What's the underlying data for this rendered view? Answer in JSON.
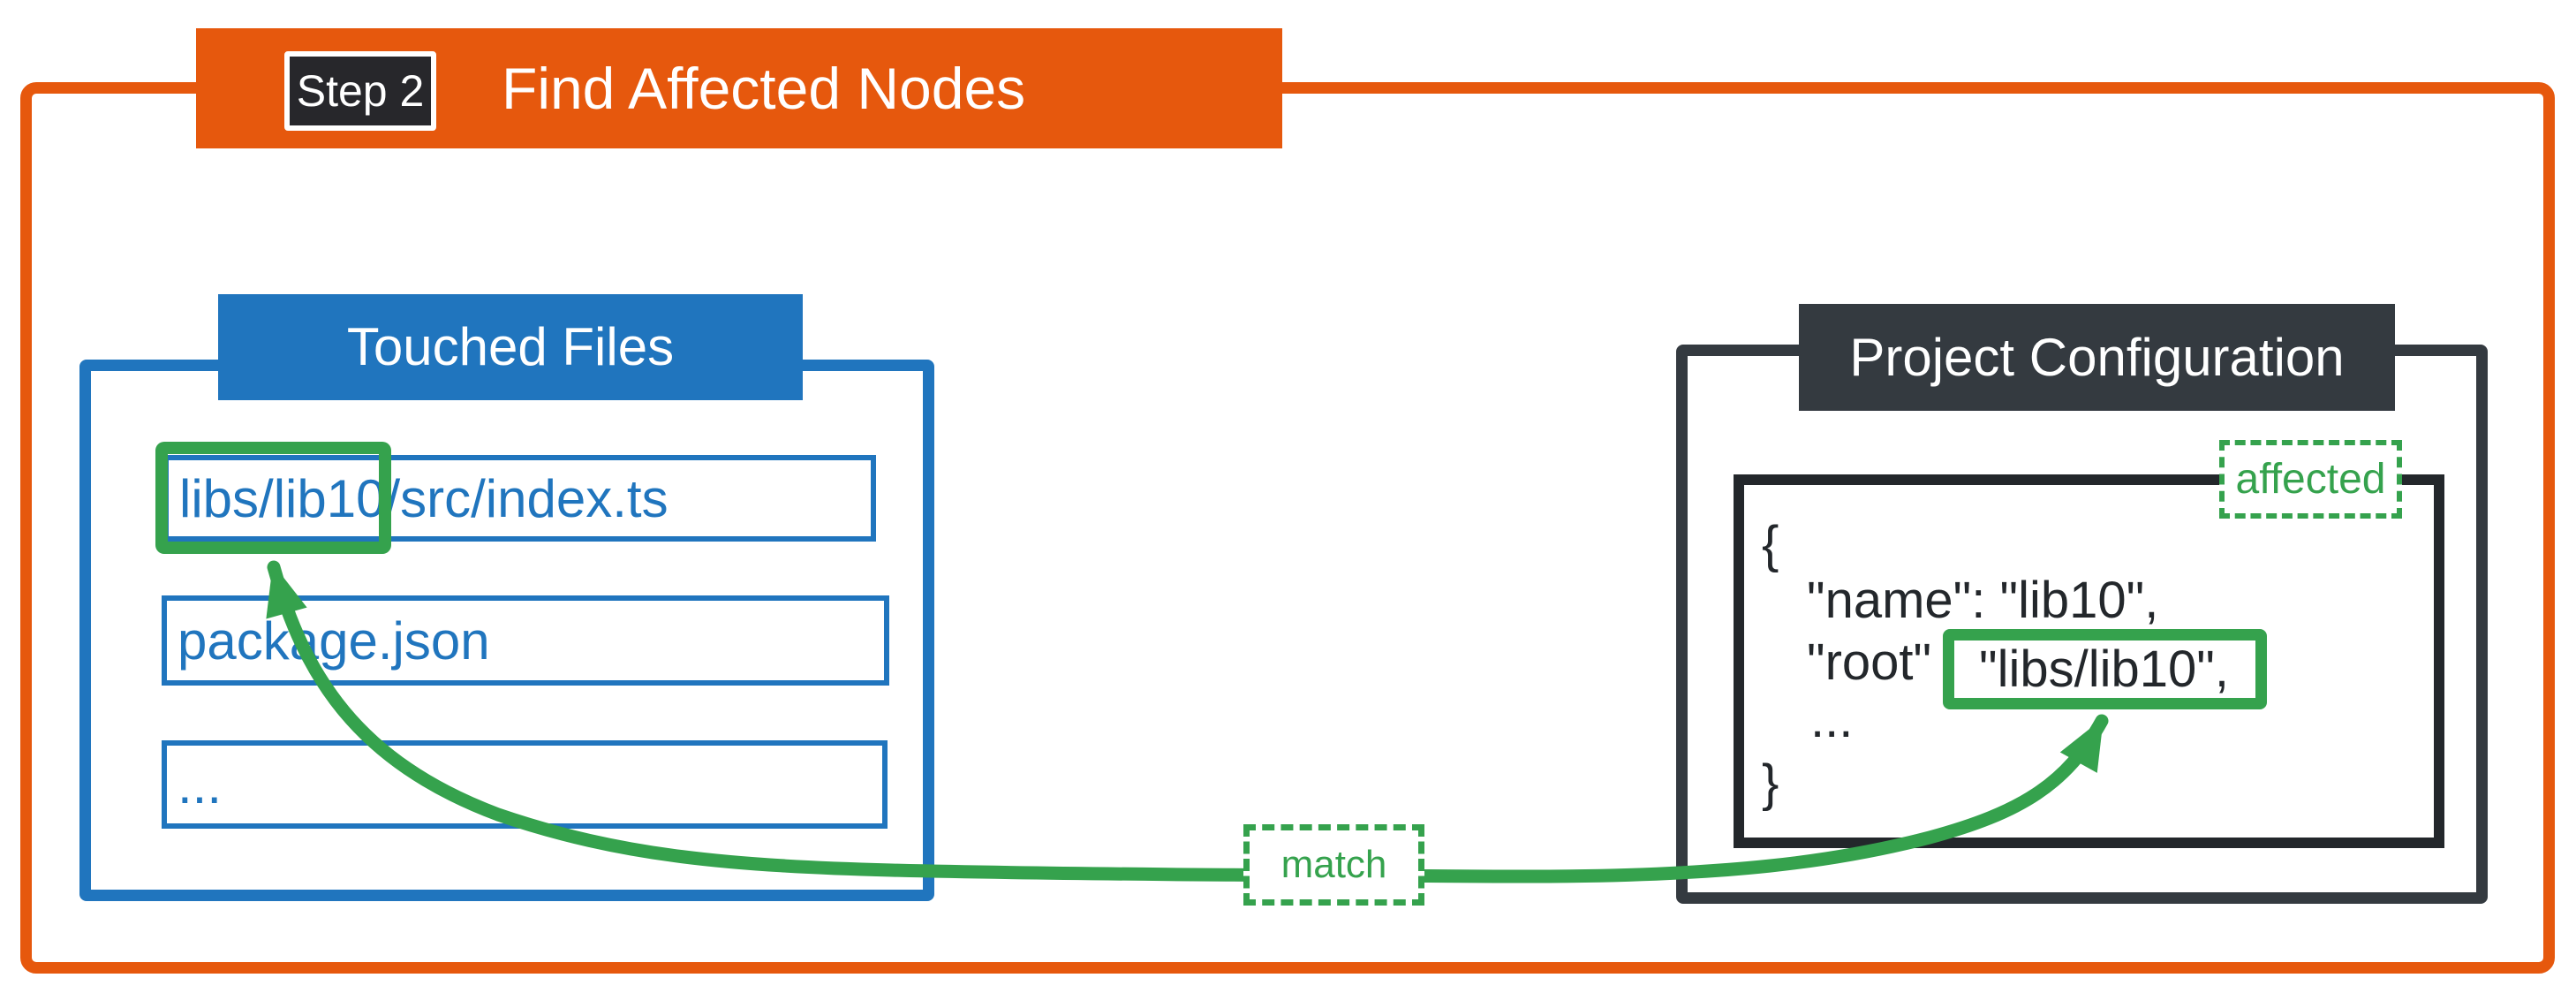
{
  "header": {
    "step_badge": "Step 2",
    "title": "Find Affected Nodes"
  },
  "touched_files": {
    "title": "Touched Files",
    "files": [
      "libs/lib10/src/index.ts",
      "package.json",
      "..."
    ],
    "highlighted_segment": "libs/lib10"
  },
  "project_configuration": {
    "title": "Project Configuration",
    "affected_label": "affected",
    "code": {
      "brace_open": "{",
      "name_line": "\"name\": \"lib10\",",
      "root_key": "\"root\"",
      "root_value": "\"libs/lib10\",",
      "ellipsis": "...",
      "brace_close": "}"
    }
  },
  "connector": {
    "match_label": "match"
  },
  "colors": {
    "orange": "#E6580D",
    "blue": "#2075BE",
    "dark_slate": "#343A40",
    "badge_dark": "#27272B",
    "green": "#35A24D",
    "code_text": "#23272B"
  }
}
